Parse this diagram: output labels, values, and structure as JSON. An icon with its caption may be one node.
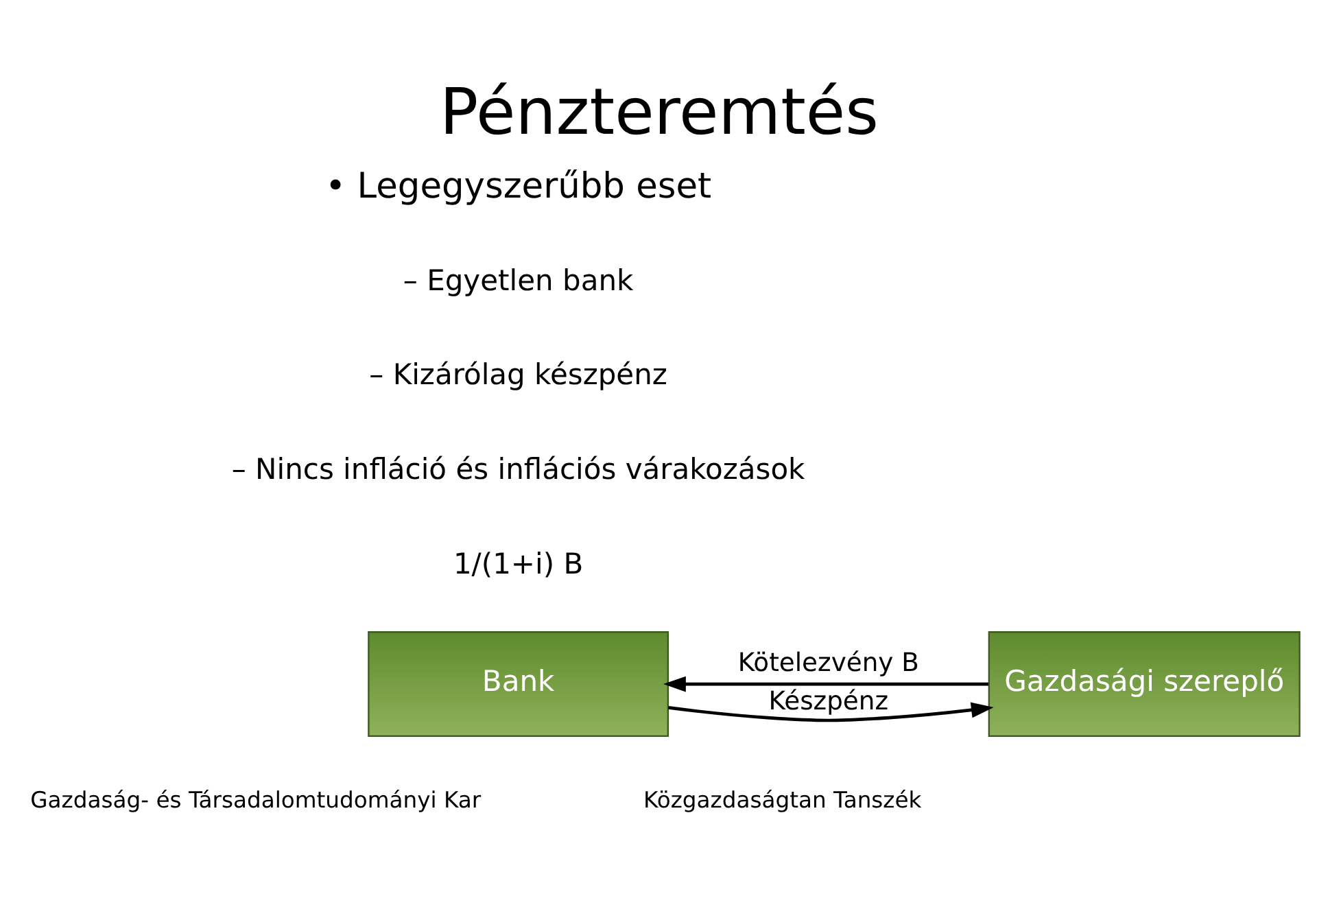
{
  "diagram": {
    "title": "Pénzteremtés",
    "nodes": [
      {
        "text": [
          "Bank"
        ]
      },
      {
        "text": [
          "Gazdasági szereplő"
        ]
      }
    ],
    "edges": [
      {
        "from": 0,
        "to": 1,
        "arrow": "to",
        "label": "Készpénz"
      },
      {
        "from": 1,
        "to": 0,
        "arrow": "to",
        "label": "Kötelezvény B"
      }
    ],
    "labels": [
      "• Legegyszerűbb eset",
      "– Egyetlen bank",
      "– Kizárólag készpénz",
      "– Nincs infláció és inflációs várakozások",
      "1/(1+i) B",
      "Gazdaság- és Társadalomtudományi Kar",
      "Közgazdaságtan Tanszék"
    ]
  }
}
